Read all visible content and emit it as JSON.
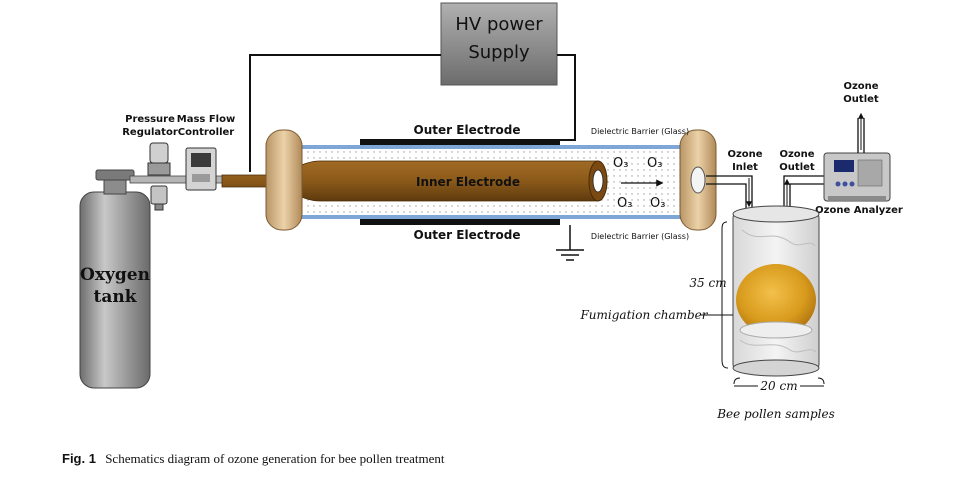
{
  "diagram": {
    "hv_supply": {
      "line1": "HV power",
      "line2": "Supply"
    },
    "oxygen_tank": {
      "line1": "Oxygen",
      "line2": "tank"
    },
    "pressure_regulator": {
      "line1": "Pressure",
      "line2": "Regulator"
    },
    "mass_flow_controller": {
      "line1": "Mass Flow",
      "line2": "Controller"
    },
    "outer_electrode_top": "Outer Electrode",
    "outer_electrode_bottom": "Outer Electrode",
    "inner_electrode": "Inner Electrode",
    "dielectric_top": "Dielectric Barrier (Glass)",
    "dielectric_bottom": "Dielectric Barrier (Glass)",
    "ozone_symbol": "O₃",
    "ozone_inlet": {
      "line1": "Ozone",
      "line2": "Inlet"
    },
    "ozone_outlet_chamber": {
      "line1": "Ozone",
      "line2": "Outlet"
    },
    "ozone_outlet_analyzer": {
      "line1": "Ozone",
      "line2": "Outlet"
    },
    "ozone_analyzer": "Ozone Analyzer",
    "chamber_height": "35 cm",
    "chamber_width": "20 cm",
    "fumigation_chamber": "Fumigation chamber",
    "samples": "Bee pollen samples"
  },
  "caption": {
    "label": "Fig. 1",
    "text": "Schematics diagram of ozone generation for bee pollen treatment"
  },
  "colors": {
    "tank": "#9c9c9c",
    "hv_box": "#8a8a8a",
    "inner_electrode": "#8b5a1a",
    "outer_electrode": "#111111",
    "dielectric": "#7ea6d6",
    "end_cap": "#d9b98a",
    "pollen": "#e0a020"
  }
}
